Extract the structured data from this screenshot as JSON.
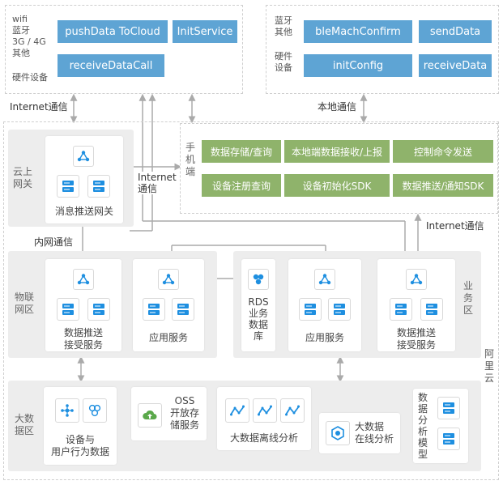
{
  "colors": {
    "button_blue": "#5ea4d4",
    "button_green": "#8fb36b",
    "icon_blue": "#1e8fe0",
    "zone_gray": "#ededed",
    "connector_gray": "#aaaaaa"
  },
  "hardware_left": {
    "labels": [
      "wifi",
      "蓝牙",
      "3G / 4G",
      "其他"
    ],
    "footer": "硬件设备",
    "buttons": [
      "pushData ToCloud",
      "InitService",
      "receiveDataCall"
    ]
  },
  "hardware_right": {
    "top_label": "蓝牙\n其他",
    "bottom_label": "硬件\n设备",
    "buttons": [
      "bleMachConfirm",
      "sendData",
      "initConfig",
      "receiveData"
    ]
  },
  "links": {
    "internet_left": "Internet通信",
    "local": "本地通信",
    "internet_middle": "Internet\n通信",
    "internet_right": "Internet通信",
    "intranet": "内网通信"
  },
  "mobile": {
    "label": "手\n机\n端",
    "buttons": [
      "数据存储/查询",
      "本地端数据接收/上报",
      "控制命令发送",
      "设备注册查询",
      "设备初始化SDK",
      "数据推送/通知SDK"
    ]
  },
  "cloud_gateway": {
    "zone_label": "云上\n网关",
    "card_label": "消息推送网关"
  },
  "iot_zone": {
    "zone_label": "物联\n网区",
    "cards": [
      "数据推送\n接受服务",
      "应用服务"
    ]
  },
  "business_zone": {
    "zone_label": "业\n务\n区",
    "rds_label": "RDS\n业务\n数据\n库",
    "cards": [
      "应用服务",
      "数据推送\n接受服务"
    ]
  },
  "aliyun_label": "阿\n里\n云",
  "bigdata_zone": {
    "zone_label": "大数\n据区",
    "device_label": "设备与\n用户行为数据",
    "oss_label": "OSS\n开放存\n储服务",
    "offline_label": "大数据离线分析",
    "online_label": "大数据\n在线分析",
    "model_label": "数\n据\n分\n析\n模\n型"
  },
  "icons": {
    "node": "network-node-icon",
    "database": "database-server-icon",
    "rds": "rds-cluster-icon",
    "cloud": "cloud-upload-icon",
    "trend": "trend-line-icon",
    "analysis": "online-analysis-icon"
  }
}
